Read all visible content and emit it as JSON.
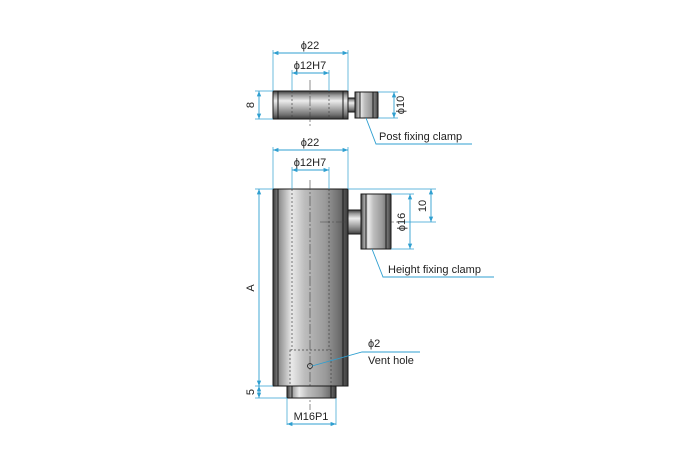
{
  "top_view": {
    "outer_diameter": "ϕ22",
    "bore": "ϕ12H7",
    "thickness": "8",
    "clamp_diameter": "ϕ10",
    "callout": "Post fixing clamp"
  },
  "side_view": {
    "outer_diameter": "ϕ22",
    "bore": "ϕ12H7",
    "overall_length": "A",
    "thread_length": "5",
    "thread": "M16P1",
    "clamp_offset": "10",
    "clamp_diameter": "ϕ16",
    "clamp_callout": "Height fixing clamp",
    "vent_diameter": "ϕ2",
    "vent_callout": "Vent hole"
  },
  "colors": {
    "dimension_line": "#2f9fd0",
    "outline": "#1a1a1a"
  }
}
